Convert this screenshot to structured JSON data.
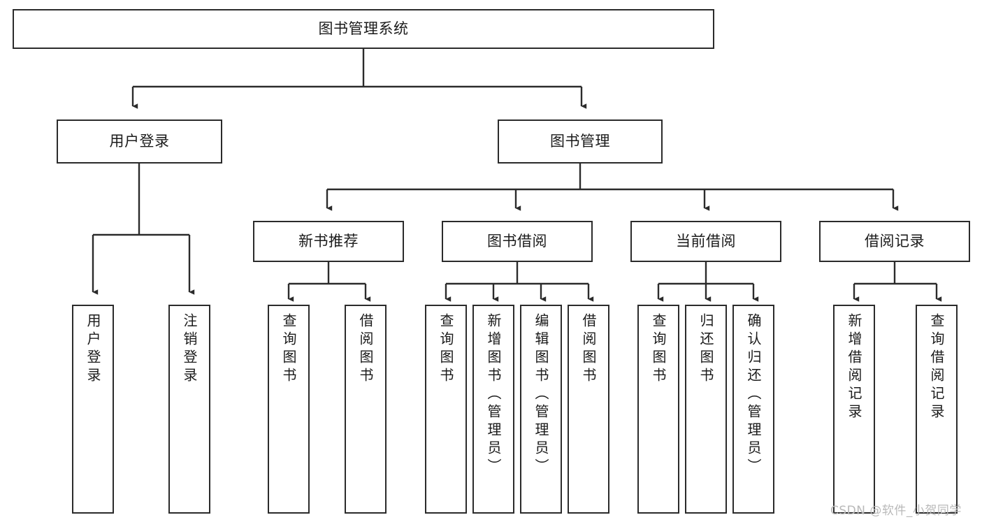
{
  "diagram": {
    "title": "图书管理系统",
    "type": "function-hierarchy-tree",
    "root": {
      "label": "图书管理系统"
    },
    "level2": [
      {
        "label": "用户登录"
      },
      {
        "label": "图书管理"
      }
    ],
    "level3": [
      {
        "label": "新书推荐"
      },
      {
        "label": "图书借阅"
      },
      {
        "label": "当前借阅"
      },
      {
        "label": "借阅记录"
      }
    ],
    "leaves": {
      "user_login": [
        {
          "label": "用户登录"
        },
        {
          "label": "注销登录"
        }
      ],
      "new_book_recommend": [
        {
          "label": "查询图书"
        },
        {
          "label": "借阅图书"
        }
      ],
      "book_borrow": [
        {
          "label": "查询图书"
        },
        {
          "label": "新增图书（管理员）"
        },
        {
          "label": "编辑图书（管理员）"
        },
        {
          "label": "借阅图书"
        }
      ],
      "current_borrow": [
        {
          "label": "查询图书"
        },
        {
          "label": "归还图书"
        },
        {
          "label": "确认归还（管理员）"
        }
      ],
      "borrow_record": [
        {
          "label": "新增借阅记录"
        },
        {
          "label": "查询借阅记录"
        }
      ]
    },
    "watermark": "CSDN @软件_小贺同学",
    "colors": {
      "border": "#2b2b2b",
      "line": "#2b2b2b",
      "background": "#ffffff",
      "text": "#1b1b1b",
      "watermark": "#b9b9b9"
    }
  }
}
